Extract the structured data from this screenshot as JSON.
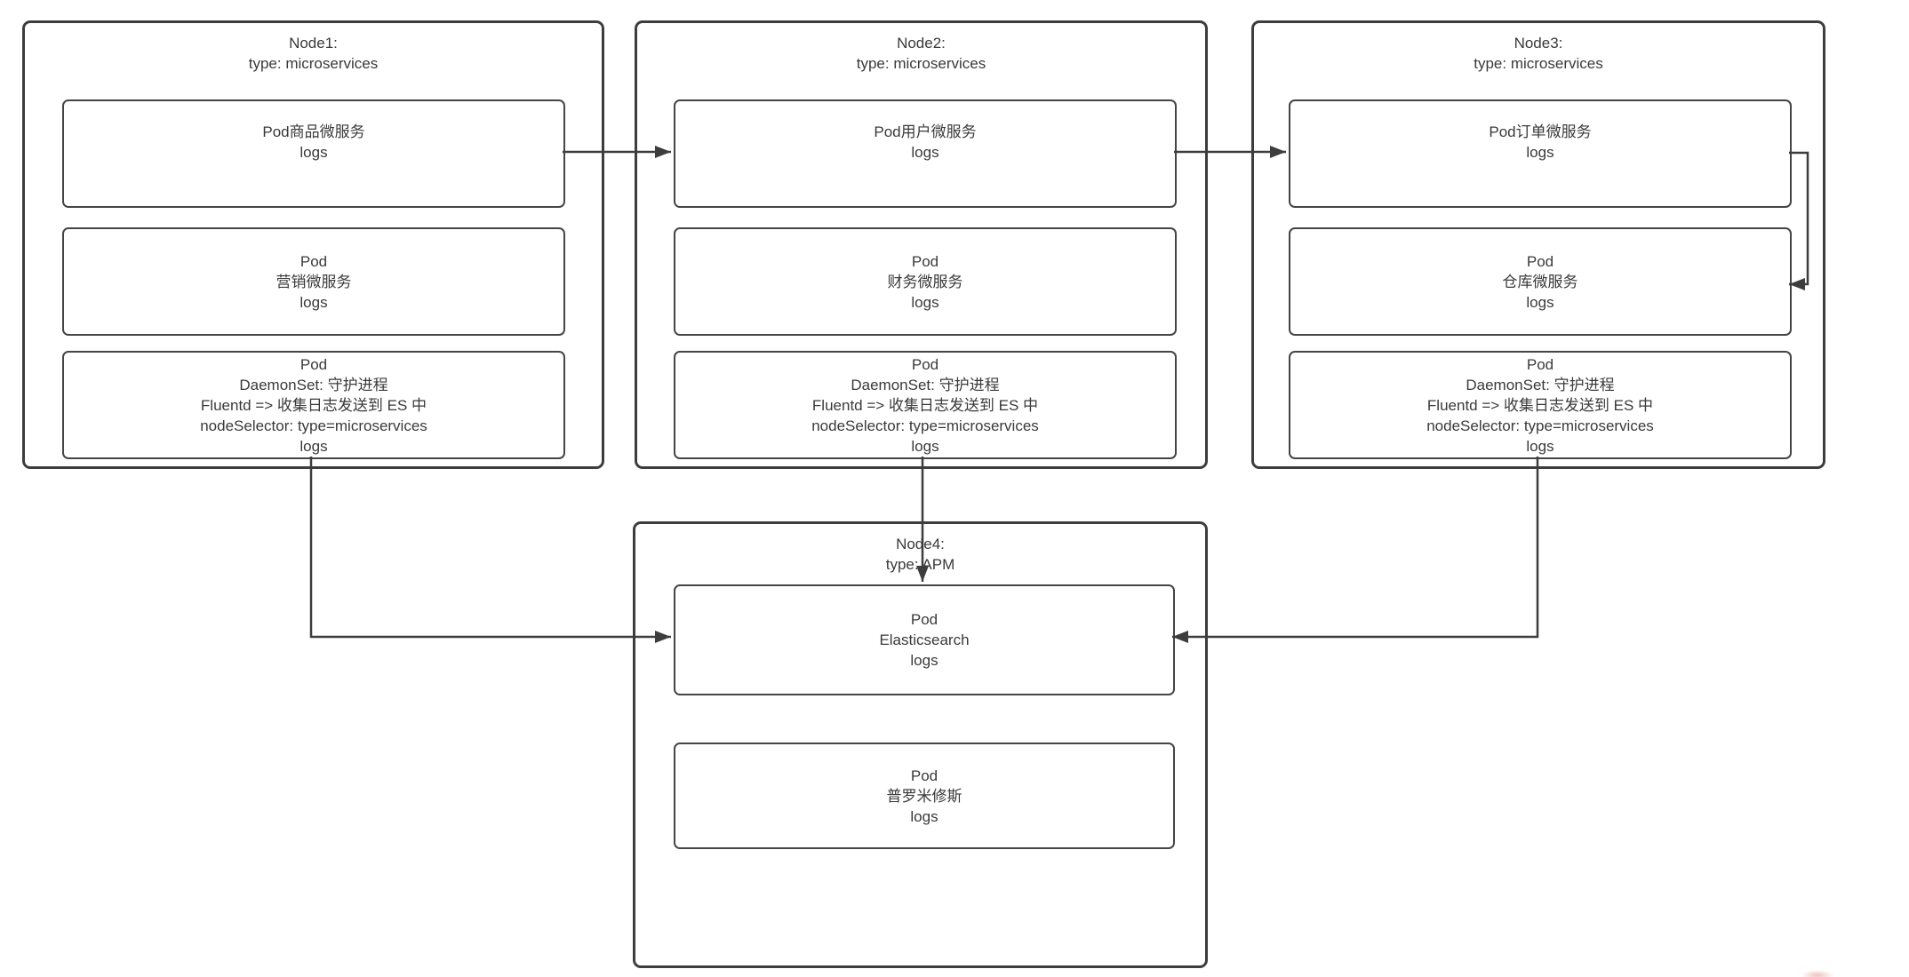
{
  "colors": {
    "background": "#ffffff",
    "line": "#3d3d3d",
    "text": "#3a3a3a"
  },
  "diagram": {
    "nodes": [
      {
        "id": "node1",
        "title": "Node1:",
        "subtitle": "type: microservices",
        "pods": [
          {
            "id": "pod-product",
            "lines": [
              "Pod商品微服务",
              "logs"
            ]
          },
          {
            "id": "pod-marketing",
            "lines": [
              "Pod",
              "营销微服务",
              "logs"
            ]
          },
          {
            "id": "pod-daemonset",
            "lines": [
              "Pod",
              "DaemonSet: 守护进程",
              "Fluentd => 收集日志发送到 ES 中",
              "nodeSelector: type=microservices",
              "logs"
            ]
          }
        ]
      },
      {
        "id": "node2",
        "title": "Node2:",
        "subtitle": "type: microservices",
        "pods": [
          {
            "id": "pod-user",
            "lines": [
              "Pod用户微服务",
              "logs"
            ]
          },
          {
            "id": "pod-finance",
            "lines": [
              "Pod",
              "财务微服务",
              "logs"
            ]
          },
          {
            "id": "pod-daemonset",
            "lines": [
              "Pod",
              "DaemonSet: 守护进程",
              "Fluentd => 收集日志发送到 ES 中",
              "nodeSelector: type=microservices",
              "logs"
            ]
          }
        ]
      },
      {
        "id": "node3",
        "title": "Node3:",
        "subtitle": "type: microservices",
        "pods": [
          {
            "id": "pod-order",
            "lines": [
              "Pod订单微服务",
              "logs"
            ]
          },
          {
            "id": "pod-warehouse",
            "lines": [
              "Pod",
              "仓库微服务",
              "logs"
            ]
          },
          {
            "id": "pod-daemonset",
            "lines": [
              "Pod",
              "DaemonSet: 守护进程",
              "Fluentd => 收集日志发送到 ES 中",
              "nodeSelector: type=microservices",
              "logs"
            ]
          }
        ]
      },
      {
        "id": "node4",
        "title": "Node4:",
        "subtitle": "type: APM",
        "pods": [
          {
            "id": "pod-elasticsearch",
            "lines": [
              "Pod",
              "Elasticsearch",
              "logs"
            ]
          },
          {
            "id": "pod-prometheus",
            "lines": [
              "Pod",
              "普罗米修斯",
              "logs"
            ]
          }
        ]
      }
    ],
    "edges": [
      {
        "from": "node1.pod-product",
        "to": "node2.pod-user"
      },
      {
        "from": "node2.pod-user",
        "to": "node3.pod-order"
      },
      {
        "from": "node3.pod-order",
        "to": "node3.pod-warehouse"
      },
      {
        "from": "node1.pod-daemonset",
        "to": "node4.pod-elasticsearch"
      },
      {
        "from": "node2.pod-daemonset",
        "to": "node4.pod-elasticsearch"
      },
      {
        "from": "node3.pod-daemonset",
        "to": "node4.pod-elasticsearch"
      }
    ]
  }
}
